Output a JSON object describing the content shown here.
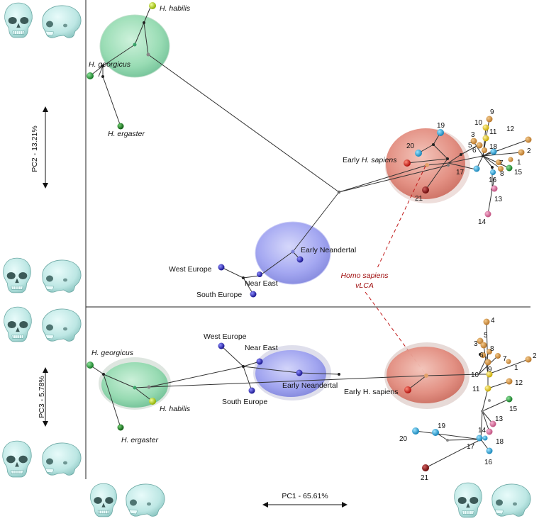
{
  "axes": {
    "pc2": "PC2 - 13.21%",
    "pc3": "PC3 - 5.78%",
    "pc1": "PC1 - 65.61%"
  },
  "colors": {
    "green_ellipse": "#7fd6a4",
    "blue_ellipse": "#8a8fe8",
    "red_ellipse": "#e0796a",
    "annotation": "#c01818",
    "skull": "#bfe8e6"
  },
  "top": {
    "taxa": {
      "h_habilis": "H. habilis",
      "h_georgicus": "H. georgicus",
      "h_ergaster": "H. ergaster",
      "early_sapiens_prefix": "Early ",
      "early_sapiens_italic": "H. sapiens",
      "early_neandertal": "Early Neandertal",
      "west_europe": "West Europe",
      "near_east": "Near East",
      "south_europe": "South Europe"
    },
    "numbers": [
      "9",
      "10",
      "11",
      "12",
      "3",
      "5",
      "6",
      "18",
      "2",
      "20",
      "19",
      "7",
      "1",
      "17",
      "8",
      "15",
      "16",
      "21",
      "13",
      "14"
    ]
  },
  "bottom": {
    "taxa": {
      "h_georgicus": "H. georgicus",
      "h_habilis": "H. habilis",
      "h_ergaster": "H. ergaster",
      "west_europe": "West Europe",
      "near_east": "Near East",
      "south_europe": "South Europe",
      "early_neandertal": "Early Neandertal",
      "early_sapiens": "Early H. sapiens"
    },
    "numbers": [
      "4",
      "5",
      "3",
      "8",
      "6",
      "7",
      "2",
      "9",
      "1",
      "10",
      "12",
      "11",
      "15",
      "13",
      "14",
      "20",
      "19",
      "17",
      "18",
      "16",
      "21"
    ]
  },
  "annotation": {
    "line1": "Homo sapiens",
    "line2": "vLCA"
  },
  "skull_icons": [
    "skull-front-icon",
    "skull-side-icon"
  ]
}
